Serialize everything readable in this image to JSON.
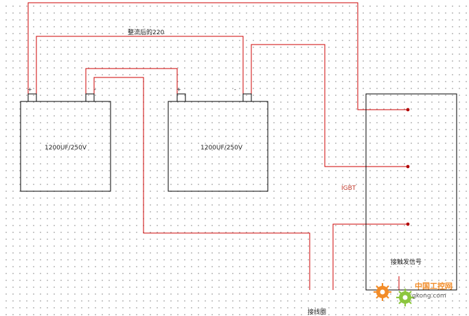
{
  "labels": {
    "rectified": "整流后的220",
    "cap1": "1200UF/250V",
    "cap2": "1200UF/250V",
    "cap1_plus": "+",
    "cap1_minus": "-",
    "cap2_plus": "+",
    "cap2_minus": "-",
    "igbt": "IGBT",
    "trigger": "接触发信号",
    "coil": "接线圈"
  },
  "watermark": {
    "text": "中国工控网",
    "site": "gkong.com"
  },
  "colors": {
    "wire": "#cc0000",
    "outline": "#000000",
    "terminal_dot": "#b00000",
    "watermark": "#f28c28"
  }
}
